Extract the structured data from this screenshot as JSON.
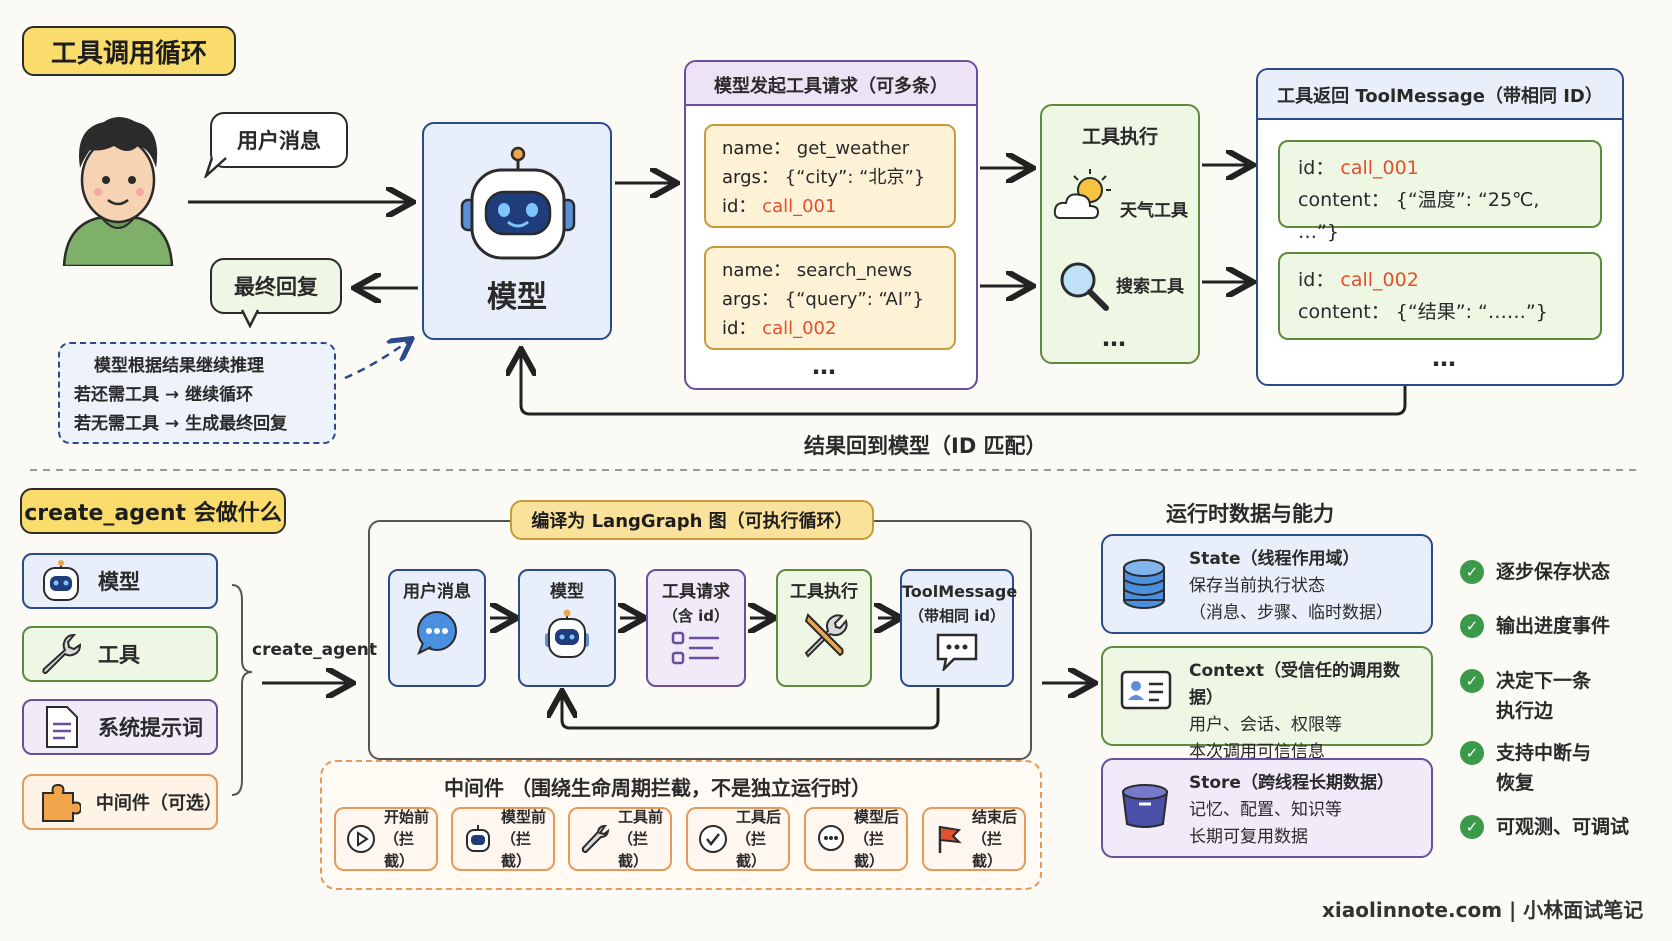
{
  "top": {
    "title": "工具调用循环",
    "user_msg": "用户消息",
    "final_reply": "最终回复",
    "model_label": "模型",
    "note_lines": [
      "模型根据结果继续推理",
      "若还需工具 → 继续循环",
      "若无需工具 → 生成最终回复"
    ],
    "requests_title": "模型发起工具请求（可多条）",
    "requests": [
      {
        "name_k": "name：",
        "name_v": "get_weather",
        "args_k": "args：",
        "args_v": "{“city”: “北京”}",
        "id_k": "id：",
        "id_v": "call_001"
      },
      {
        "name_k": "name：",
        "name_v": "search_news",
        "args_k": "args：",
        "args_v": "{“query”: “AI”}",
        "id_k": "id：",
        "id_v": "call_002"
      }
    ],
    "requests_more": "…",
    "exec_title": "工具执行",
    "exec_weather": "天气工具",
    "exec_search": "搜索工具",
    "exec_more": "…",
    "return_title": "工具返回 ToolMessage（带相同 ID）",
    "returns": [
      {
        "id_k": "id：",
        "id_v": "call_001",
        "content_k": "content：",
        "content_v": "{“温度”: “25℃, …”}"
      },
      {
        "id_k": "id：",
        "id_v": "call_002",
        "content_k": "content：",
        "content_v": "{“结果”: “……”}"
      }
    ],
    "returns_more": "…",
    "loop_back": "结果回到模型（ID 匹配）"
  },
  "bottom": {
    "title": "create_agent 会做什么",
    "inputs": [
      {
        "label": "模型",
        "icon": "robot-icon"
      },
      {
        "label": "工具",
        "icon": "wrench-icon"
      },
      {
        "label": "系统提示词",
        "icon": "document-icon"
      },
      {
        "label": "中间件（可选）",
        "icon": "puzzle-icon"
      }
    ],
    "arrow_label": "create_agent",
    "graph_title": "编译为 LangGraph 图（可执行循环）",
    "steps": [
      {
        "l1": "用户消息",
        "l2": ""
      },
      {
        "l1": "模型",
        "l2": ""
      },
      {
        "l1": "工具请求",
        "l2": "（含 id）"
      },
      {
        "l1": "工具执行",
        "l2": ""
      },
      {
        "l1": "ToolMessage",
        "l2": "（带相同 id）"
      }
    ],
    "middleware_title": "中间件 （围绕生命周期拦截，不是独立运行时）",
    "middleware": [
      {
        "l1": "开始前",
        "l2": "（拦截）"
      },
      {
        "l1": "模型前",
        "l2": "（拦截）"
      },
      {
        "l1": "工具前",
        "l2": "（拦截）"
      },
      {
        "l1": "工具后",
        "l2": "（拦截）"
      },
      {
        "l1": "模型后",
        "l2": "（拦截）"
      },
      {
        "l1": "结束后",
        "l2": "（拦截）"
      }
    ],
    "runtime_title": "运行时数据与能力",
    "runtime": [
      {
        "h": "State（线程作用域）",
        "l2": "保存当前执行状态",
        "l3": "（消息、步骤、临时数据）"
      },
      {
        "h": "Context（受信任的调用数据）",
        "l2": "用户、会话、权限等",
        "l3": "本次调用可信信息"
      },
      {
        "h": "Store（跨线程长期数据）",
        "l2": "记忆、配置、知识等",
        "l3": "长期可复用数据"
      }
    ],
    "checks": [
      "逐步保存状态",
      "输出进度事件",
      "决定下一条执行边",
      "支持中断与恢复",
      "可观测、可调试"
    ]
  },
  "footer": "xiaolinnote.com | 小林面试笔记"
}
